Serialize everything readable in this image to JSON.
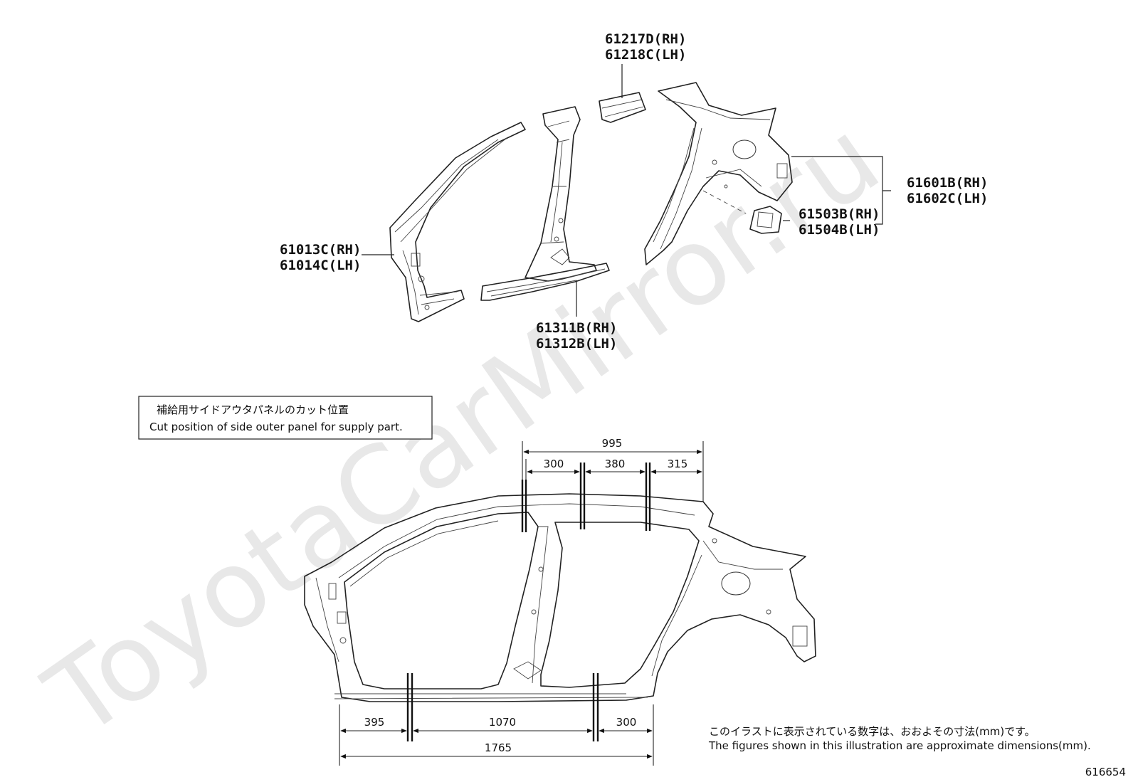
{
  "watermark": "ToyotaCarMirror.ru",
  "parts": {
    "roof_rail": {
      "rh": "61217D(RH)",
      "lh": "61218C(LH)"
    },
    "front_pillar": {
      "rh": "61013C(RH)",
      "lh": "61014C(LH)"
    },
    "rocker": {
      "rh": "61311B(RH)",
      "lh": "61312B(LH)"
    },
    "quarter_panel": {
      "rh": "61601B(RH)",
      "lh": "61602C(LH)"
    },
    "quarter_extension": {
      "rh": "61503B(RH)",
      "lh": "61504B(LH)"
    }
  },
  "cut_note": {
    "ja": "補給用サイドアウタパネルのカット位置",
    "en": "Cut position of side outer panel for supply part."
  },
  "dimensions": {
    "top_total": "995",
    "top_seg1": "300",
    "top_seg2": "380",
    "top_seg3": "315",
    "bottom_seg1": "395",
    "bottom_seg2": "1070",
    "bottom_seg3": "300",
    "bottom_total": "1765"
  },
  "footnote": {
    "ja": "このイラストに表示されている数字は、おおよその寸法(mm)です。",
    "en": "The figures shown in this illustration are approximate dimensions(mm)."
  },
  "figure_id": "616654"
}
